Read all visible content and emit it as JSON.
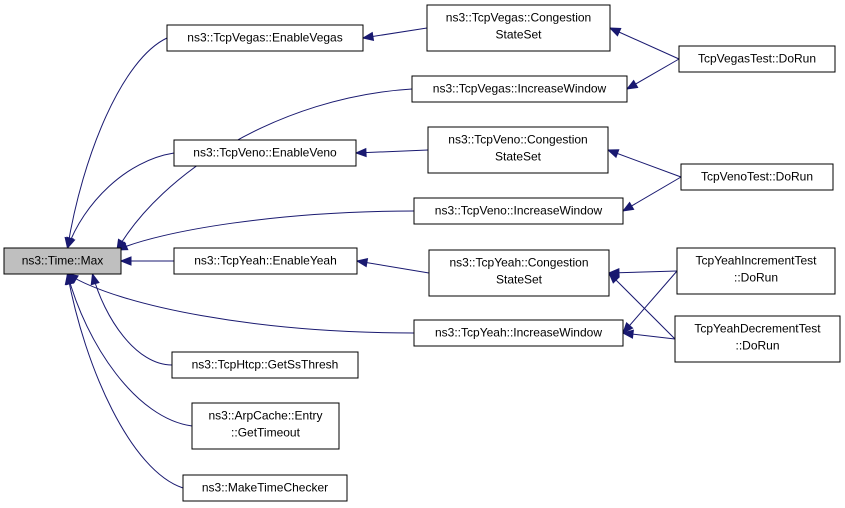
{
  "colors": {
    "edge": "#191970",
    "root_fill": "#bfbfbf",
    "node_fill": "#ffffff",
    "node_stroke": "#000000"
  },
  "nodes": {
    "time_max": {
      "lines": [
        "ns3::Time::Max"
      ]
    },
    "vegas_enable": {
      "lines": [
        "ns3::TcpVegas::EnableVegas"
      ]
    },
    "vegas_congestion": {
      "lines": [
        "ns3::TcpVegas::Congestion",
        "StateSet"
      ]
    },
    "vegas_increase": {
      "lines": [
        "ns3::TcpVegas::IncreaseWindow"
      ]
    },
    "vegas_test": {
      "lines": [
        "TcpVegasTest::DoRun"
      ]
    },
    "veno_enable": {
      "lines": [
        "ns3::TcpVeno::EnableVeno"
      ]
    },
    "veno_congestion": {
      "lines": [
        "ns3::TcpVeno::Congestion",
        "StateSet"
      ]
    },
    "veno_increase": {
      "lines": [
        "ns3::TcpVeno::IncreaseWindow"
      ]
    },
    "veno_test": {
      "lines": [
        "TcpVenoTest::DoRun"
      ]
    },
    "yeah_enable": {
      "lines": [
        "ns3::TcpYeah::EnableYeah"
      ]
    },
    "yeah_congestion": {
      "lines": [
        "ns3::TcpYeah::Congestion",
        "StateSet"
      ]
    },
    "yeah_increase": {
      "lines": [
        "ns3::TcpYeah::IncreaseWindow"
      ]
    },
    "yeah_inc_test": {
      "lines": [
        "TcpYeahIncrementTest",
        "::DoRun"
      ]
    },
    "yeah_dec_test": {
      "lines": [
        "TcpYeahDecrementTest",
        "::DoRun"
      ]
    },
    "htcp_ssthresh": {
      "lines": [
        "ns3::TcpHtcp::GetSsThresh"
      ]
    },
    "arp_timeout": {
      "lines": [
        "ns3::ArpCache::Entry",
        "::GetTimeout"
      ]
    },
    "make_time_checker": {
      "lines": [
        "ns3::MakeTimeChecker"
      ]
    }
  },
  "edges": [
    {
      "from": "vegas_enable",
      "to": "time_max"
    },
    {
      "from": "vegas_increase",
      "to": "time_max"
    },
    {
      "from": "veno_enable",
      "to": "time_max"
    },
    {
      "from": "veno_increase",
      "to": "time_max"
    },
    {
      "from": "yeah_enable",
      "to": "time_max"
    },
    {
      "from": "yeah_increase",
      "to": "time_max"
    },
    {
      "from": "htcp_ssthresh",
      "to": "time_max"
    },
    {
      "from": "arp_timeout",
      "to": "time_max"
    },
    {
      "from": "make_time_checker",
      "to": "time_max"
    },
    {
      "from": "vegas_congestion",
      "to": "vegas_enable"
    },
    {
      "from": "vegas_test",
      "to": "vegas_congestion"
    },
    {
      "from": "vegas_test",
      "to": "vegas_increase"
    },
    {
      "from": "veno_congestion",
      "to": "veno_enable"
    },
    {
      "from": "veno_test",
      "to": "veno_congestion"
    },
    {
      "from": "veno_test",
      "to": "veno_increase"
    },
    {
      "from": "yeah_congestion",
      "to": "yeah_enable"
    },
    {
      "from": "yeah_inc_test",
      "to": "yeah_congestion"
    },
    {
      "from": "yeah_inc_test",
      "to": "yeah_increase"
    },
    {
      "from": "yeah_dec_test",
      "to": "yeah_congestion"
    },
    {
      "from": "yeah_dec_test",
      "to": "yeah_increase"
    }
  ]
}
